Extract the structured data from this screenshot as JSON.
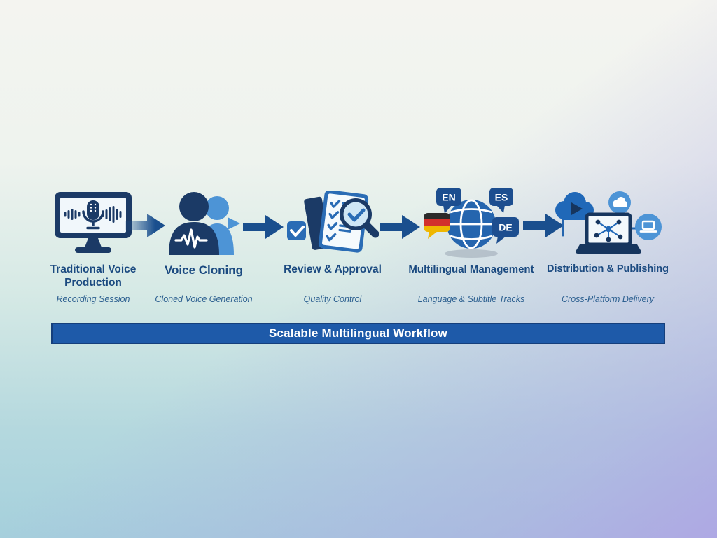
{
  "workflow": {
    "stages": [
      {
        "title": "Traditional Voice Production",
        "subtitle": "Recording Session",
        "icon": "monitor-microphone-waveform-icon"
      },
      {
        "title": "Voice Cloning",
        "subtitle": "Cloned Voice Generation",
        "icon": "person-clone-waveform-icon"
      },
      {
        "title": "Review & Approval",
        "subtitle": "Quality Control",
        "icon": "checklist-magnifier-icon"
      },
      {
        "title": "Multilingual Management",
        "subtitle": "Language & Subtitle Tracks",
        "icon": "globe-language-bubbles-icon",
        "language_badges": [
          "EN",
          "ES",
          "DE"
        ],
        "flag": "german-flag-bubble"
      },
      {
        "title": "Distribution & Publishing",
        "subtitle": "Cross-Platform Delivery",
        "icon": "cloud-devices-network-icon"
      }
    ],
    "arrow_count": 4
  },
  "banner": {
    "label": "Scalable Multilingual Workflow"
  },
  "colors": {
    "navy": "#1b3a66",
    "primary_blue": "#2a6cb5",
    "accent_light_blue": "#4d94d6",
    "arrow_blue": "#1a4f8e",
    "banner_blue": "#1e5aa9",
    "banner_border": "#153f7c",
    "title_text": "#1b4a80",
    "subtitle_text": "#2d6090",
    "bubble_blue": "#1d4e8f",
    "flag_black": "#2b2b2b",
    "flag_red": "#d2302c",
    "flag_gold": "#efb700",
    "bg_top": "#f4f4f0",
    "bg_teal": "#a5d0dc",
    "bg_purple": "#afa6e4"
  }
}
